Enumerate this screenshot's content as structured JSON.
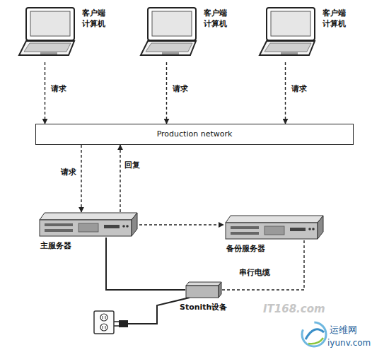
{
  "diagram": {
    "nodes": [
      {
        "text": [
          "客户端 计算机"
        ]
      },
      {
        "text": [
          "客户端 计算机"
        ]
      },
      {
        "text": [
          "客户端 计算机"
        ]
      },
      {
        "text": [
          "Production network"
        ]
      },
      {
        "text": [
          "主服务器"
        ]
      },
      {
        "text": [
          "备份服务器"
        ]
      },
      {
        "text": [
          "Stonith设备"
        ]
      }
    ],
    "edges": [
      {
        "from": 0,
        "to": 3,
        "label": "请求",
        "arrow": "to"
      },
      {
        "from": 1,
        "to": 3,
        "label": "请求",
        "arrow": "to"
      },
      {
        "from": 2,
        "to": 3,
        "label": "请求",
        "arrow": "to"
      },
      {
        "from": 3,
        "to": 4,
        "label": "请求",
        "arrow": "to"
      },
      {
        "from": 4,
        "to": 3,
        "label": "回复",
        "arrow": "to"
      },
      {
        "from": 4,
        "to": 5,
        "arrow": "to"
      },
      {
        "from": 4,
        "to": 6,
        "arrow": "none"
      },
      {
        "from": 5,
        "to": 6,
        "label": "串行电缆",
        "arrow": "none"
      }
    ],
    "labels": [
      "IT168.com",
      "运维网",
      "iyunv.com"
    ]
  }
}
